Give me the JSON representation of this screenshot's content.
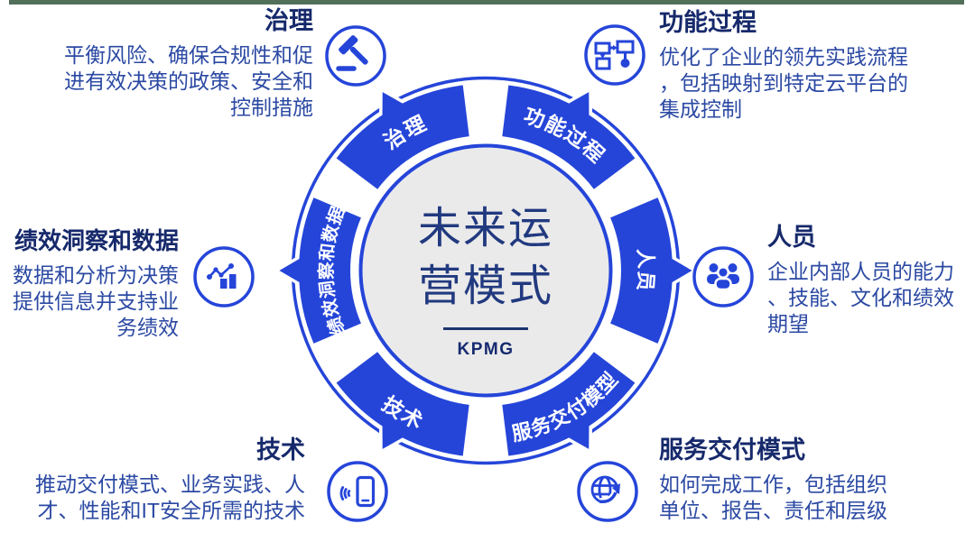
{
  "center": {
    "title_line1": "未来运",
    "title_line2": "营模式",
    "brand": "KPMG"
  },
  "ring": {
    "governance": "治理",
    "functional_process": "功能过程",
    "people": "人员",
    "service_delivery": "服务交付模型",
    "technology": "技术",
    "performance": "绩效洞察和数据"
  },
  "sections": {
    "governance": {
      "title": "治理",
      "icon": "gavel-icon",
      "lines": [
        "平衡风险、确保合规性和促",
        "进有效决策的政策、安全和",
        "控制措施"
      ]
    },
    "functional_process": {
      "title": "功能过程",
      "icon": "flowchart-icon",
      "lines": [
        "优化了企业的领先实践流程",
        "，包括映射到特定云平台的",
        "集成控制"
      ]
    },
    "people": {
      "title": "人员",
      "icon": "people-icon",
      "lines": [
        "企业内部人员的能力",
        "、技能、文化和绩效",
        "期望"
      ]
    },
    "service_delivery": {
      "title": "服务交付模式",
      "icon": "globe-arrow-icon",
      "lines": [
        "如何完成工作，包括组织",
        "单位、报告、责任和层级"
      ]
    },
    "technology": {
      "title": "技术",
      "icon": "phone-signal-icon",
      "lines": [
        "推动交付模式、业务实践、人",
        "才、性能和IT安全所需的技术"
      ]
    },
    "performance": {
      "title": "绩效洞察和数据",
      "icon": "chart-growth-icon",
      "lines": [
        "数据和分析为决策",
        "提供信息并支持业",
        "务绩效"
      ]
    }
  },
  "colors": {
    "accent_blue": "#2545d9",
    "title_navy": "#16296b",
    "body_blue": "#2b49a3",
    "center_gray": "#eaeaea",
    "top_bar": "#527059"
  }
}
